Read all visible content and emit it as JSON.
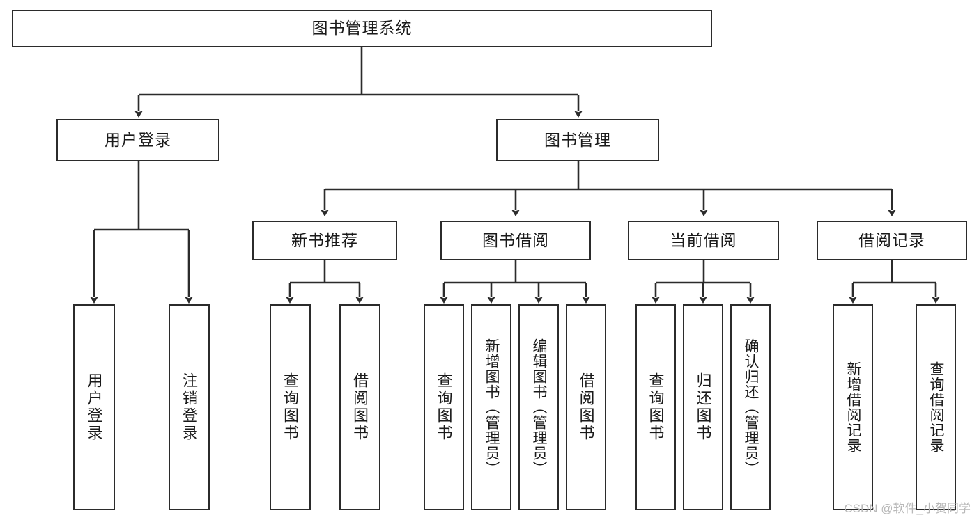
{
  "diagram": {
    "title": "图书管理系统",
    "type": "tree-hierarchy-chart",
    "root": {
      "label": "图书管理系统"
    },
    "level2": [
      {
        "label": "用户登录"
      },
      {
        "label": "图书管理"
      }
    ],
    "level3": [
      {
        "label": "新书推荐"
      },
      {
        "label": "图书借阅"
      },
      {
        "label": "当前借阅"
      },
      {
        "label": "借阅记录"
      }
    ],
    "leaves": {
      "user_login": [
        {
          "label": "用户登录"
        },
        {
          "label": "注销登录"
        }
      ],
      "new_book_recommend": [
        {
          "label": "查询图书"
        },
        {
          "label": "借阅图书"
        }
      ],
      "book_borrow": [
        {
          "label": "查询图书"
        },
        {
          "label": "新增图书（管理员）"
        },
        {
          "label": "编辑图书（管理员）"
        },
        {
          "label": "借阅图书"
        }
      ],
      "current_borrow": [
        {
          "label": "查询图书"
        },
        {
          "label": "归还图书"
        },
        {
          "label": "确认归还（管理员）"
        }
      ],
      "borrow_record": [
        {
          "label": "新增借阅记录"
        },
        {
          "label": "查询借阅记录"
        }
      ]
    }
  },
  "watermark": {
    "text": "CSDN @软件_小贺同学"
  },
  "colors": {
    "box_border": "#2b2b2b",
    "box_fill": "#ffffff",
    "edge": "#2b2b2b",
    "text": "#1a1a1a",
    "watermark": "#b8b8b8",
    "background": "#ffffff"
  }
}
